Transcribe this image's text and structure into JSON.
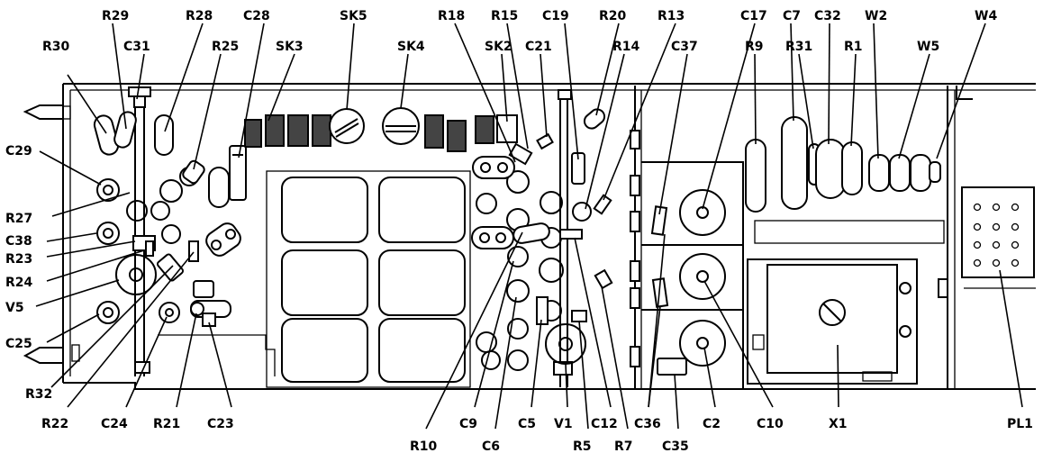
{
  "diagram": {
    "labels": {
      "R29": "R29",
      "R28": "R28",
      "C28": "C28",
      "SK5": "SK5",
      "SK4": "SK4",
      "R18": "R18",
      "R15": "R15",
      "C19": "C19",
      "R20": "R20",
      "R13": "R13",
      "C17": "C17",
      "C7": "C7",
      "C32": "C32",
      "W2": "W2",
      "W4": "W4",
      "R30": "R30",
      "C31": "C31",
      "R25": "R25",
      "SK3": "SK3",
      "SK2": "SK2",
      "C21": "C21",
      "R14": "R14",
      "C37": "C37",
      "R9": "R9",
      "R31": "R31",
      "R1": "R1",
      "W5": "W5",
      "C29": "C29",
      "R27": "R27",
      "C38": "C38",
      "R23": "R23",
      "R24": "R24",
      "V5": "V5",
      "C25": "C25",
      "R32": "R32",
      "R22": "R22",
      "C24": "C24",
      "R21": "R21",
      "C23": "C23",
      "R10": "R10",
      "C9": "C9",
      "C6": "C6",
      "C5": "C5",
      "V1": "V1",
      "R5": "R5",
      "C12": "C12",
      "R7": "R7",
      "C36": "C36",
      "C35": "C35",
      "C2": "C2",
      "C10": "C10",
      "X1": "X1",
      "PL1": "PL1"
    }
  }
}
